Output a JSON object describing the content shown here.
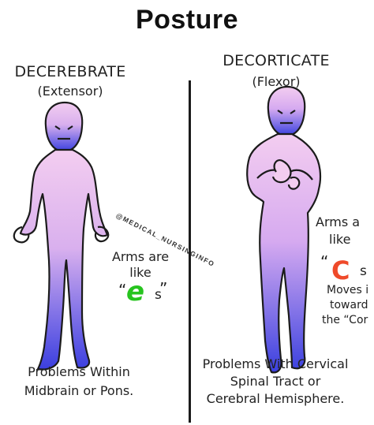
{
  "title": "Posture",
  "left": {
    "heading": "DECEREBRATE",
    "subheading": "(Extensor)",
    "arms_line1": "Arms are",
    "arms_line2": "like",
    "letter": "e",
    "letter_suffix": "s",
    "caption_line1": "Problems Within",
    "caption_line2": "Midbrain or Pons."
  },
  "right": {
    "heading": "DECORTICATE",
    "subheading": "(Flexor)",
    "arms_line1": "Arms a",
    "arms_line2": "like",
    "letter": "C",
    "letter_suffix": "s",
    "moves_line1": "Moves i",
    "moves_line2": "toward",
    "moves_line3": "the “Cor",
    "caption_line1": "Problems With Cervical",
    "caption_line2": "Spinal Tract or",
    "caption_line3": "Cerebral Hemisphere."
  },
  "watermark": "@MEDICAL_NURSINGINFO",
  "colors": {
    "figure_top": "#f3cdf0",
    "figure_mid": "#c39ae8",
    "figure_bottom": "#3b3fe0",
    "letter_e": "#27c41f",
    "letter_c": "#ef4a2a",
    "outline": "#1b1b1b"
  },
  "icons": [
    "decerebrate-figure",
    "decorticate-figure"
  ]
}
